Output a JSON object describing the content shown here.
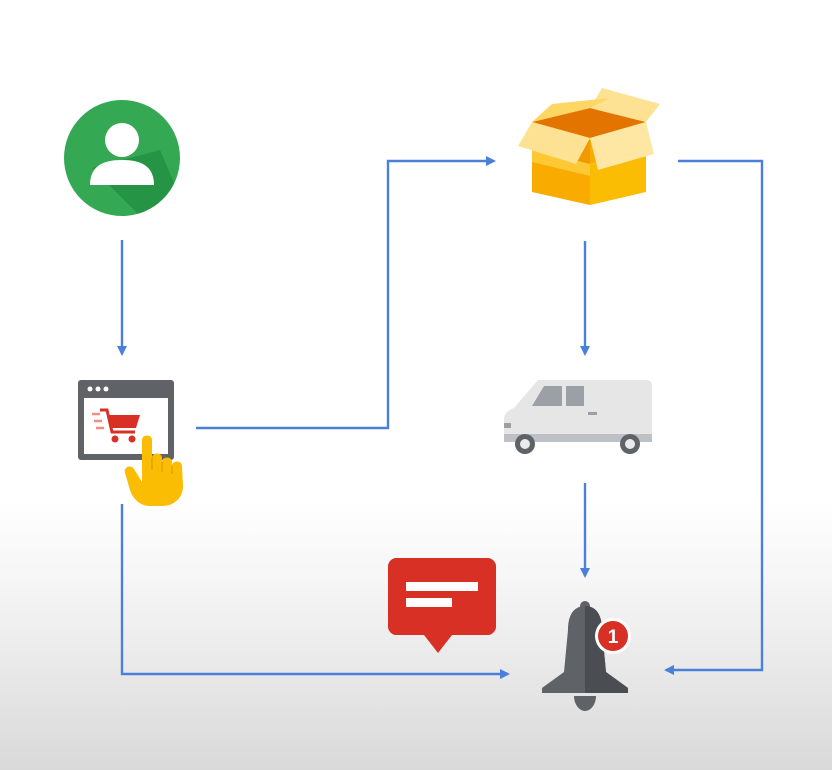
{
  "diagram": {
    "nodes": [
      {
        "id": "customer",
        "icon": "user-avatar-icon"
      },
      {
        "id": "online-store",
        "icon": "shopping-cart-browser-icon"
      },
      {
        "id": "package",
        "icon": "open-box-icon"
      },
      {
        "id": "delivery",
        "icon": "delivery-van-icon"
      },
      {
        "id": "message",
        "icon": "message-bubble-icon"
      },
      {
        "id": "notification",
        "icon": "notification-bell-icon",
        "badge": "1"
      }
    ],
    "edges": [
      {
        "from": "customer",
        "to": "online-store"
      },
      {
        "from": "online-store",
        "to": "package"
      },
      {
        "from": "package",
        "to": "delivery"
      },
      {
        "from": "delivery",
        "to": "notification"
      },
      {
        "from": "package",
        "to": "notification"
      },
      {
        "from": "online-store",
        "to": "notification"
      }
    ],
    "colors": {
      "arrow": "#4a80d9",
      "user_green": "#34a853",
      "box_orange": "#f9ab00",
      "message_red": "#d93025",
      "bell_gray": "#5f6368",
      "badge_red": "#d93025",
      "hand_yellow": "#fbbc04"
    }
  }
}
